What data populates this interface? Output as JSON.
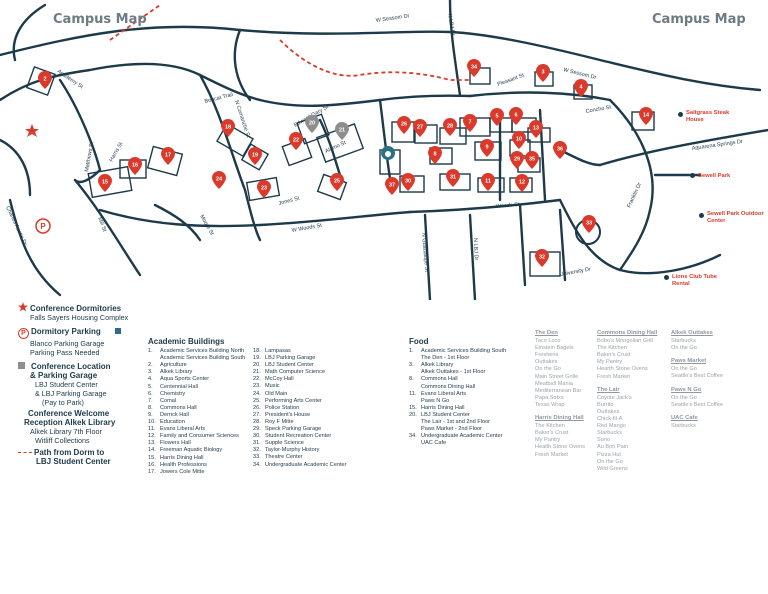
{
  "header": {
    "title_left": "Campus Map",
    "title_right": "Campus Map"
  },
  "streets": [
    "W Sessom Dr",
    "W Sessom Dr",
    "N LBJ Dr",
    "Aquarena Springs Dr",
    "Academy St",
    "N Comanche St",
    "Bobcat Trail",
    "N Guadalupe St",
    "N LBJ Dr",
    "Pleasant St",
    "Matthews St",
    "Edward Gary St",
    "Harris St",
    "Alamo St",
    "Charles Austin Dr",
    "Mill St",
    "Moore St",
    "W Woods St",
    "Woods St",
    "University Dr",
    "Jones St",
    "Franklin Dr",
    "Concho St"
  ],
  "pins": [
    "2",
    "3",
    "4",
    "5",
    "6",
    "7",
    "8",
    "9",
    "10",
    "11",
    "12",
    "13",
    "14",
    "15",
    "16",
    "17",
    "18",
    "19",
    "20",
    "21",
    "22",
    "23",
    "24",
    "25",
    "26",
    "27",
    "28",
    "29",
    "30",
    "31",
    "32",
    "33",
    "34",
    "35",
    "36",
    "37"
  ],
  "external": [
    {
      "name": "Saltgrass Steak House",
      "color": "#d93a2b"
    },
    {
      "name": "Sewell Park",
      "color": "#d93a2b"
    },
    {
      "name": "Sewell Park Outdoor Center",
      "color": "#d93a2b"
    },
    {
      "name": "Lions Club Tube Rental",
      "color": "#d93a2b"
    }
  ],
  "legend": {
    "dorms_title": "Conference Dormitories",
    "dorms_sub": "Falls Sayers Housing Complex",
    "parking_title": "Dormitory Parking",
    "parking_sub1": "Blanco Parking Garage",
    "parking_sub2": "Parking Pass Needed",
    "location_title1": "Conference Location",
    "location_title2": "& Parking Garage",
    "location_sub1": "LBJ Student Center",
    "location_sub2": "& LBJ Parking Garage",
    "location_sub3": "(Pay to Park)",
    "welcome_title1": "Conference Welcome",
    "welcome_title2": "Reception Alkek Library",
    "welcome_sub1": "Alkek Library 7th Floor",
    "welcome_sub2": "Witliff Collections",
    "path_title1": "Path from Dorm to",
    "path_title2": "LBJ Student Center"
  },
  "academic": {
    "heading": "Academic Buildings",
    "col1": [
      [
        "1.",
        "Academic Services Building North"
      ],
      [
        "",
        "Academic Services Building South"
      ],
      [
        "2.",
        "Agriculture"
      ],
      [
        "3.",
        "Alkek Library"
      ],
      [
        "4.",
        "Aqua Sports Center"
      ],
      [
        "5.",
        "Centennial Hall"
      ],
      [
        "6.",
        "Chemistry"
      ],
      [
        "7.",
        "Comal"
      ],
      [
        "8.",
        "Commons Hall"
      ],
      [
        "9.",
        "Derrick Hall"
      ],
      [
        "10.",
        "Education"
      ],
      [
        "11.",
        "Evans Liberal Arts"
      ],
      [
        "12.",
        "Family and Consumer Sciences"
      ],
      [
        "13.",
        "Flowers Hall"
      ],
      [
        "14.",
        "Freeman Aquatic Biology"
      ],
      [
        "15.",
        "Harris Dining Hall"
      ],
      [
        "16.",
        "Health Professions"
      ],
      [
        "17.",
        "Jowers Cole Mitte"
      ]
    ],
    "col2": [
      [
        "18.",
        "Lampasas"
      ],
      [
        "19.",
        "LBJ Parking Garage"
      ],
      [
        "20.",
        "LBJ Student Center"
      ],
      [
        "21.",
        "Math Computer Science"
      ],
      [
        "22.",
        "McCoy Hall"
      ],
      [
        "23.",
        "Music"
      ],
      [
        "24.",
        "Old Main"
      ],
      [
        "25.",
        "Performing Arts Center"
      ],
      [
        "26.",
        "Police Station"
      ],
      [
        "27.",
        "President's House"
      ],
      [
        "28.",
        "Roy F Mitte"
      ],
      [
        "29.",
        "Speck Parking Garage"
      ],
      [
        "30.",
        "Student Recreation Center"
      ],
      [
        "31.",
        "Supple Science"
      ],
      [
        "32.",
        "Taylor-Murphy History"
      ],
      [
        "33.",
        "Theatre Center"
      ],
      [
        "34.",
        "Undergraduate Academic Center"
      ]
    ]
  },
  "food": {
    "heading": "Food",
    "rows": [
      [
        "1.",
        "Academic Services Building South"
      ],
      [
        "",
        "The Den - 1st Floor"
      ],
      [
        "3.",
        "Alkek Library"
      ],
      [
        "",
        "Alkek Outtakes - 1st Floor"
      ],
      [
        "8.",
        "Commons Hall"
      ],
      [
        "",
        "Commons Dining Hall"
      ],
      [
        "11.",
        "Evans Liberal Arts"
      ],
      [
        "",
        "Paws N Go"
      ],
      [
        "15.",
        "Harris Dining Hall"
      ],
      [
        "20.",
        "LBJ Student Center"
      ],
      [
        "",
        "The Lair - 1st and 2nd Floor"
      ],
      [
        "",
        "Paws Market - 2nd Floor"
      ],
      [
        "34.",
        "Undergraduate Academic Center"
      ],
      [
        "",
        "UAC Cafe"
      ]
    ]
  },
  "venues": {
    "col1": [
      {
        "name": "The Den",
        "items": [
          "Taco Loco",
          "Einstein Bagels",
          "Freshens",
          "Outtakes",
          "On the Go",
          "Main Street Grille",
          "Meatball Mania",
          "Mediterranean Bar",
          "Papa Sotxs",
          "Texas Wrap"
        ]
      },
      {
        "name": "Harris Dining Hall",
        "items": [
          "The Kitchen",
          "Baker's Crust",
          "My Pantry",
          "Health Stone Ovens",
          "Fresh Market"
        ]
      }
    ],
    "col2": [
      {
        "name": "Commons Dining Hall",
        "items": [
          "Bobo's Mongolian Grill",
          "The Kitchen",
          "Baker's Crust",
          "My Pantry",
          "Hearth Stone Ovens",
          "Fresh Market"
        ]
      },
      {
        "name": "The Lair",
        "items": [
          "Coyote Jack's",
          "Burrito",
          "Outtakes",
          "Chick-fil-A",
          "Red Mango",
          "Starbucks",
          "Sono",
          "Au Bon Pain",
          "Pizza Hut",
          "On the Go",
          "Wild Greens"
        ]
      }
    ],
    "col3": [
      {
        "name": "Alkek Outtakes",
        "items": [
          "Starbucks",
          "On the Go"
        ]
      },
      {
        "name": "Paws Market",
        "items": [
          "On the Go",
          "Seattle's Best Coffee"
        ]
      },
      {
        "name": "Paws N Go",
        "items": [
          "On the Go",
          "Seattle's Best Coffee"
        ]
      },
      {
        "name": "UAC Cafe",
        "items": [
          "Starbucks"
        ]
      }
    ]
  },
  "colors": {
    "street": "#1d3a4a",
    "accent": "#d93a2b",
    "teal": "#2b6f86",
    "gray": "#8e8e8e"
  }
}
